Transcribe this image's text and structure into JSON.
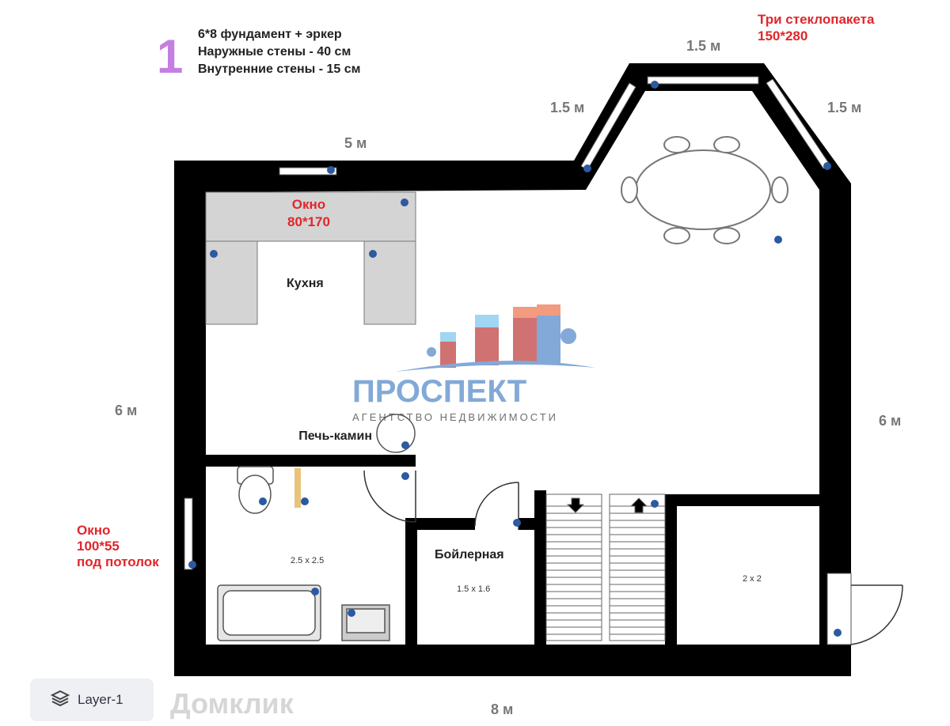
{
  "header": {
    "number": "1",
    "lines": [
      "6*8 фундамент + эркер",
      "Наружные стены - 40 см",
      "Внутренние стены - 15 см"
    ]
  },
  "dimensions": {
    "top_left": "5 м",
    "bay_top": "1.5 м",
    "bay_left": "1.5 м",
    "bay_right": "1.5 м",
    "left": "6 м",
    "right": "6 м",
    "bottom": "8 м"
  },
  "notes": {
    "bay_windows": [
      "Три стеклопакета",
      "150*280"
    ],
    "kitchen_window": [
      "Окно",
      "80*170"
    ],
    "bath_window": [
      "Окно",
      "100*55",
      "под потолок"
    ]
  },
  "rooms": {
    "kitchen": "Кухня",
    "stove": "Печь-камин",
    "boiler": "Бойлерная",
    "boiler_size": "1.5 x 1.6",
    "bath_size": "2.5 x 2.5",
    "small_room_size": "2 x 2"
  },
  "watermarks": {
    "logo_name": "ПРОСПЕКТ",
    "logo_sub": "АГЕНТСТВО НЕДВИЖИМОСТИ",
    "domclick": "Домклик"
  },
  "layer": {
    "label": "Layer-1"
  },
  "colors": {
    "accent_number": "#c47fe0",
    "note_red": "#e0262b",
    "wall": "#000000"
  }
}
